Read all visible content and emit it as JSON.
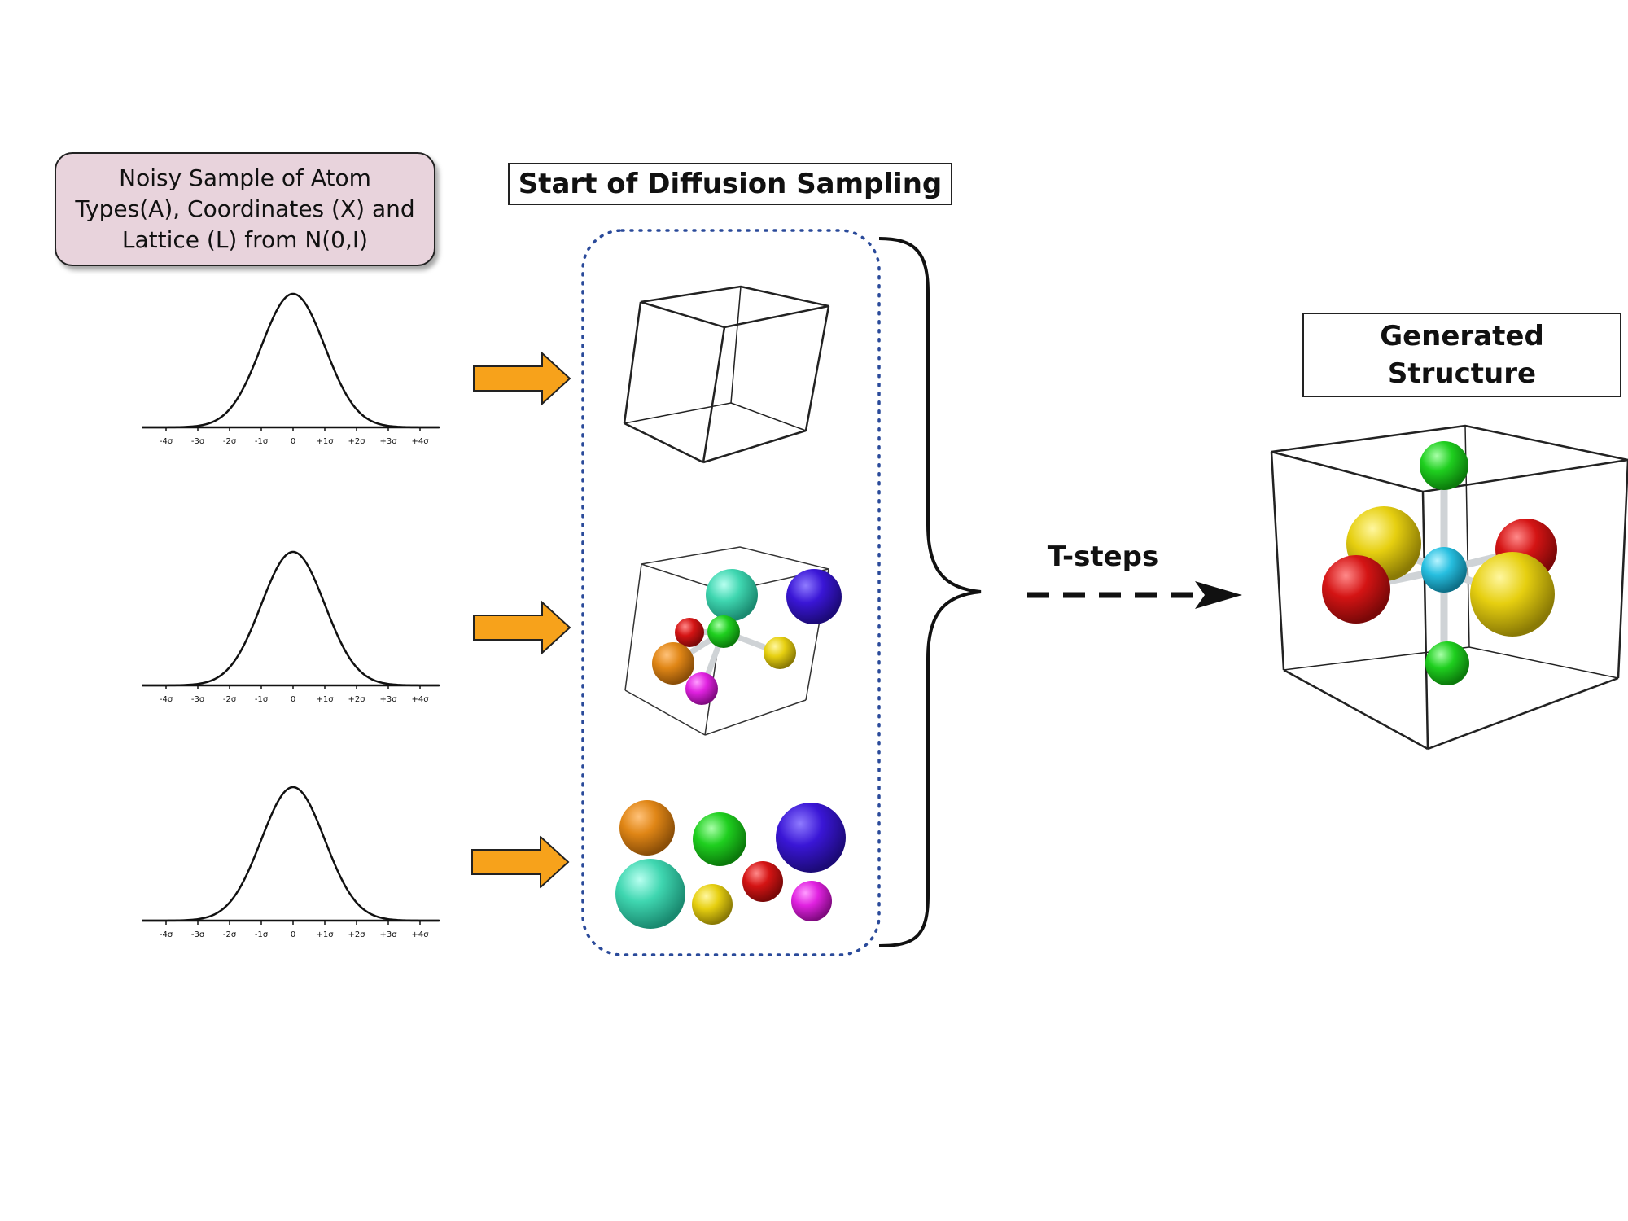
{
  "input_label": "Noisy Sample of Atom Types(A), Coordinates (X) and Lattice (L) from N(0,I)",
  "start_label": "Start of Diffusion Sampling",
  "steps_label": "T-steps",
  "output_label_lines": [
    "Generated",
    "Structure"
  ],
  "axis_ticks": [
    "-4σ",
    "-3σ",
    "-2σ",
    "-1σ",
    "0",
    "+1σ",
    "+2σ",
    "+3σ",
    "+4σ"
  ],
  "colors": {
    "arrow_fill": "#f7a21b",
    "input_box_fill": "#e8d3dc",
    "dotted_border": "#2a4a9a",
    "atom_teal": "#3fd6b0",
    "atom_purple": "#3a16d6",
    "atom_green": "#1fcf1f",
    "atom_red": "#d41414",
    "atom_yellow": "#e6cf10",
    "atom_orange": "#e08616",
    "atom_magenta": "#e022e0",
    "atom_cyan": "#27bfe0"
  }
}
